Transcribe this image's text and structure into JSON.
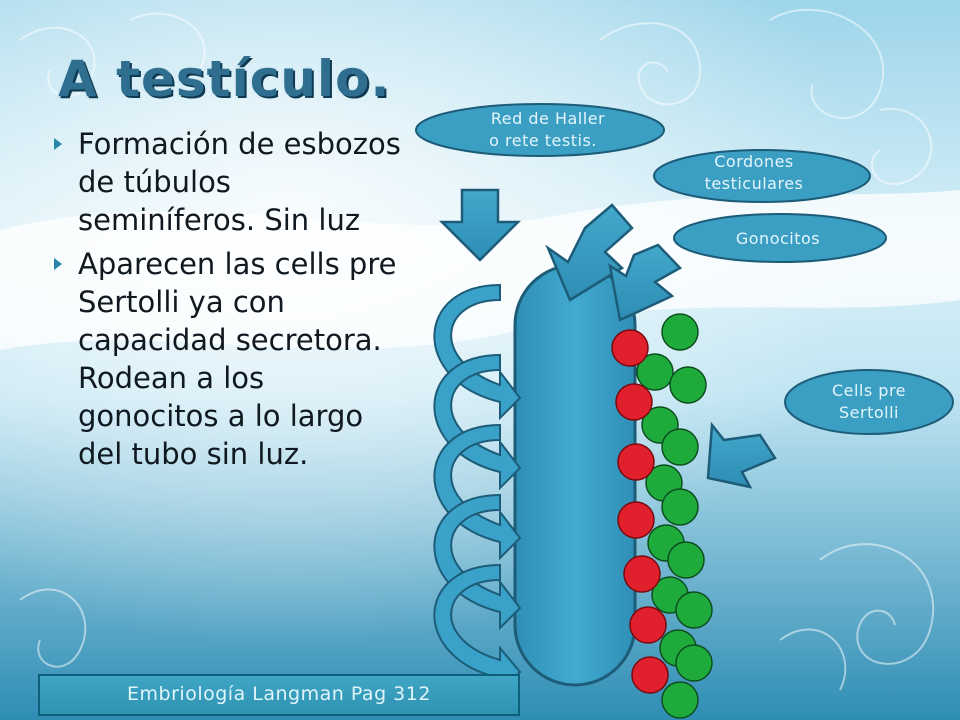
{
  "slide": {
    "title": "A testículo.",
    "bullets": [
      "Formación de esbozos de túbulos seminíferos. Sin luz",
      "Aparecen las cells pre Sertolli ya con capacidad secretora. Rodean a los gonocitos a lo largo del tubo sin luz."
    ],
    "citation": "Embriología Langman Pag 312"
  },
  "diagram": {
    "labels": {
      "rete_line1": "Red de Haller",
      "rete_line2": "o rete testis.",
      "cordones_line1": "Cordones",
      "cordones_line2": "testiculares",
      "gonocitos": "Gonocitos",
      "sertoli_line1": "Cells pre",
      "sertoli_line2": "Sertolli"
    }
  },
  "colors": {
    "background_light": "#eef8fc",
    "background_mid": "#8fcfe6",
    "background_dark": "#2a86ad",
    "tube_fill": "#3aa2c8",
    "tube_stroke": "#1d5c78",
    "gonocyte_red": "#e0202c",
    "sertoli_green": "#1faa3c",
    "label_pill": "#3b9fc4"
  }
}
